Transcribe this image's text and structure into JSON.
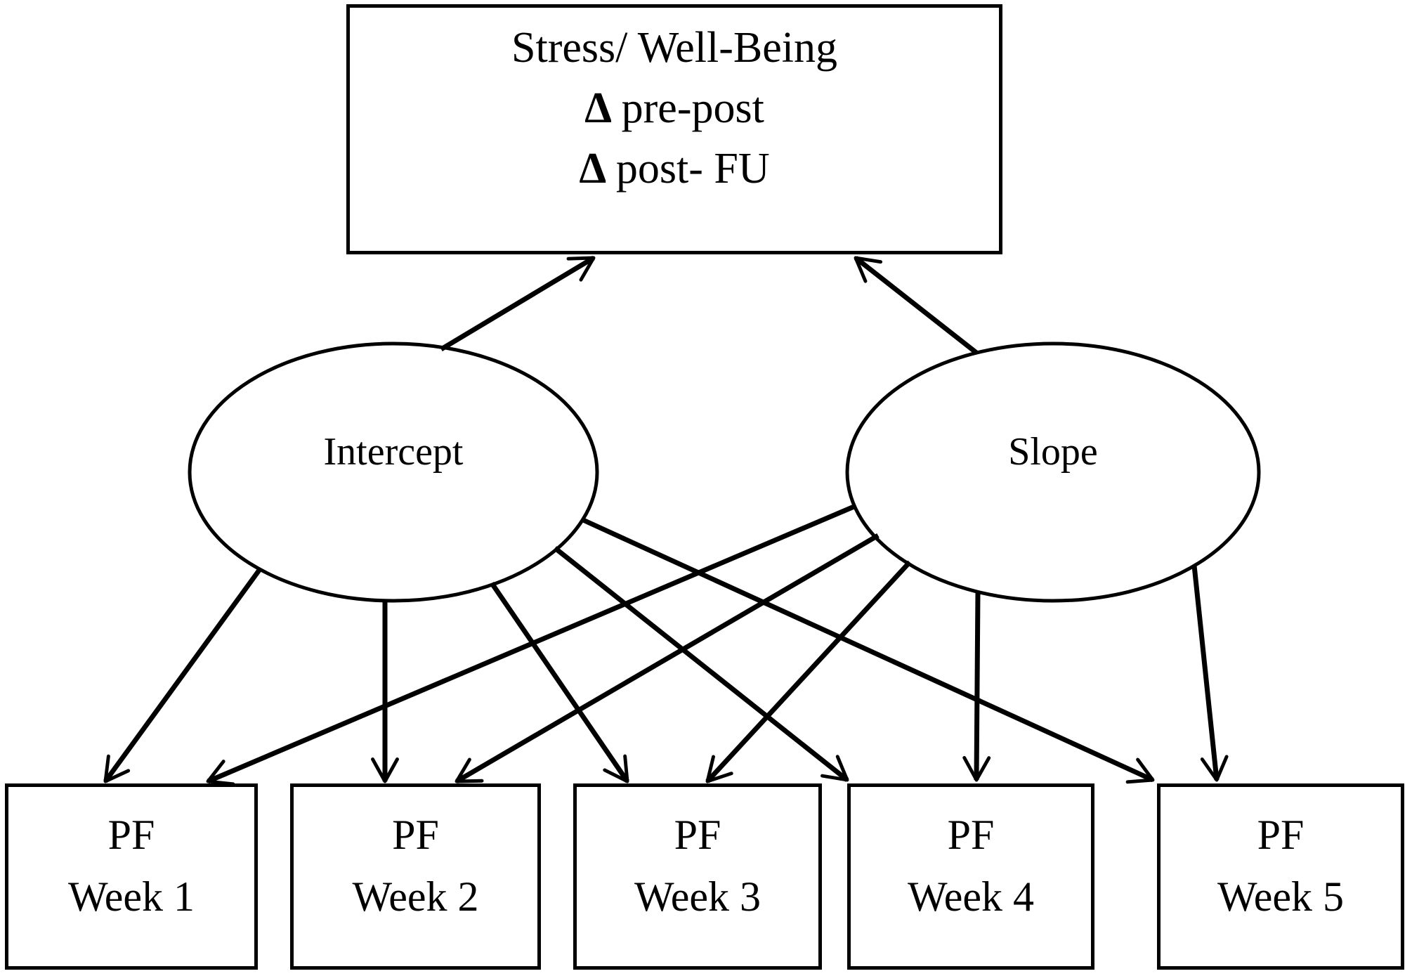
{
  "figure": {
    "colors": {
      "stroke": "#000000",
      "background": "#ffffff"
    },
    "outcome_box": {
      "line1": "Stress/ Well-Being",
      "delta": "Δ",
      "line2_text": "pre-post",
      "line3_text": "post- FU"
    },
    "latent": [
      {
        "id": "intercept",
        "label": "Intercept"
      },
      {
        "id": "slope",
        "label": "Slope"
      }
    ],
    "indicators": [
      {
        "id": "week1",
        "line1": "PF",
        "line2": "Week 1"
      },
      {
        "id": "week2",
        "line1": "PF",
        "line2": "Week 2"
      },
      {
        "id": "week3",
        "line1": "PF",
        "line2": "Week 3"
      },
      {
        "id": "week4",
        "line1": "PF",
        "line2": "Week 4"
      },
      {
        "id": "week5",
        "line1": "PF",
        "line2": "Week 5"
      }
    ],
    "edges": [
      {
        "from": "intercept",
        "to": "outcome"
      },
      {
        "from": "slope",
        "to": "outcome"
      },
      {
        "from": "intercept",
        "to": "week1"
      },
      {
        "from": "intercept",
        "to": "week2"
      },
      {
        "from": "intercept",
        "to": "week3"
      },
      {
        "from": "intercept",
        "to": "week4"
      },
      {
        "from": "intercept",
        "to": "week5"
      },
      {
        "from": "slope",
        "to": "week1"
      },
      {
        "from": "slope",
        "to": "week2"
      },
      {
        "from": "slope",
        "to": "week3"
      },
      {
        "from": "slope",
        "to": "week4"
      },
      {
        "from": "slope",
        "to": "week5"
      }
    ]
  }
}
